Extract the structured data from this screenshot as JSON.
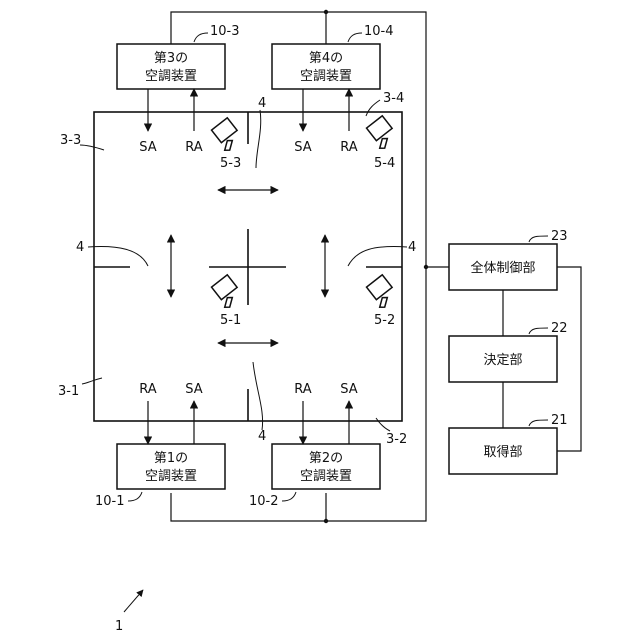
{
  "units": {
    "ac1": {
      "line1": "第1の",
      "line2": "空調装置",
      "ref": "10-1"
    },
    "ac2": {
      "line1": "第2の",
      "line2": "空調装置",
      "ref": "10-2"
    },
    "ac3": {
      "line1": "第3の",
      "line2": "空調装置",
      "ref": "10-3"
    },
    "ac4": {
      "line1": "第4の",
      "line2": "空調装置",
      "ref": "10-4"
    }
  },
  "controllers": {
    "overall": {
      "label": "全体制御部",
      "ref": "23"
    },
    "decision": {
      "label": "決定部",
      "ref": "22"
    },
    "acquisition": {
      "label": "取得部",
      "ref": "21"
    }
  },
  "airflow": {
    "supply": "SA",
    "return": "RA"
  },
  "zones": {
    "z1": "3-1",
    "z2": "3-2",
    "z3": "3-3",
    "z4": "3-4"
  },
  "cameras": {
    "c1": "5-1",
    "c2": "5-2",
    "c3": "5-3",
    "c4": "5-4"
  },
  "partition_ref": "4",
  "system_ref": "1"
}
